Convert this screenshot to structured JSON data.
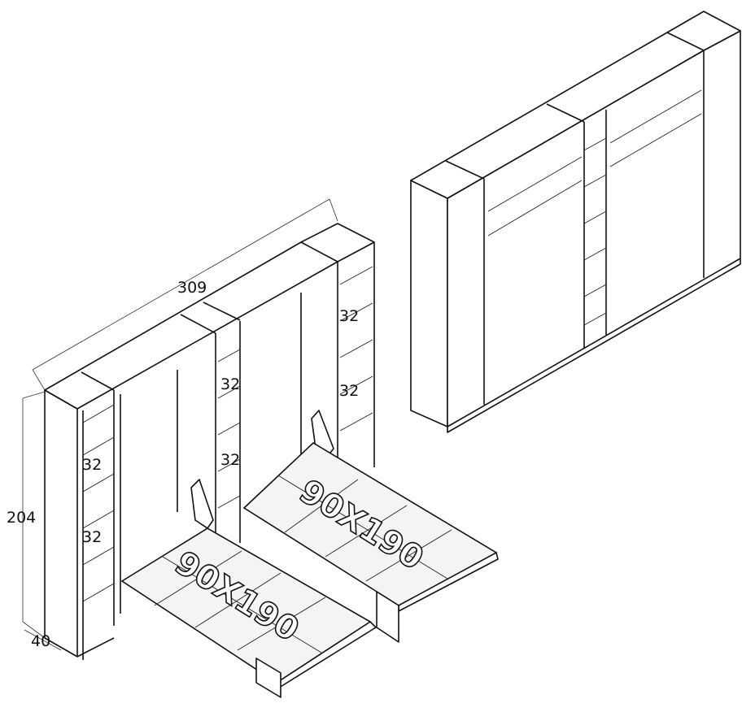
{
  "dimensions": {
    "width": "309",
    "height": "204",
    "depth": "40",
    "shelf_spacing": [
      "32",
      "32",
      "32",
      "32",
      "32",
      "32"
    ]
  },
  "beds": {
    "left_size": "90X190",
    "right_size": "90X190"
  }
}
